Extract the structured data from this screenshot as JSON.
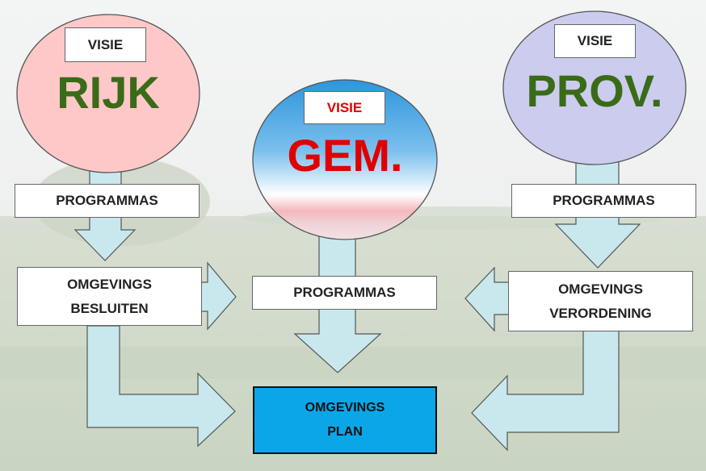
{
  "colors": {
    "rijk_circle": "#ffc8c8",
    "prov_circle": "#ccccee",
    "gem_top": "#1f8ed8",
    "arrow_fill": "#c8e8ee",
    "plan_fill": "#0aa6e8",
    "green_text": "#3a6b18",
    "red_text": "#e00000"
  },
  "rijk": {
    "visie": "VISIE",
    "name": "RIJK",
    "programmas": "PROGRAMMAS",
    "besluiten_line1": "OMGEVINGS",
    "besluiten_line2": "BESLUITEN"
  },
  "gem": {
    "visie": "VISIE",
    "name": "GEM.",
    "programmas": "PROGRAMMAS"
  },
  "prov": {
    "visie": "VISIE",
    "name": "PROV.",
    "programmas": "PROGRAMMAS",
    "verordening_line1": "OMGEVINGS",
    "verordening_line2": "VERORDENING"
  },
  "plan": {
    "line1": "OMGEVINGS",
    "line2": "PLAN"
  }
}
